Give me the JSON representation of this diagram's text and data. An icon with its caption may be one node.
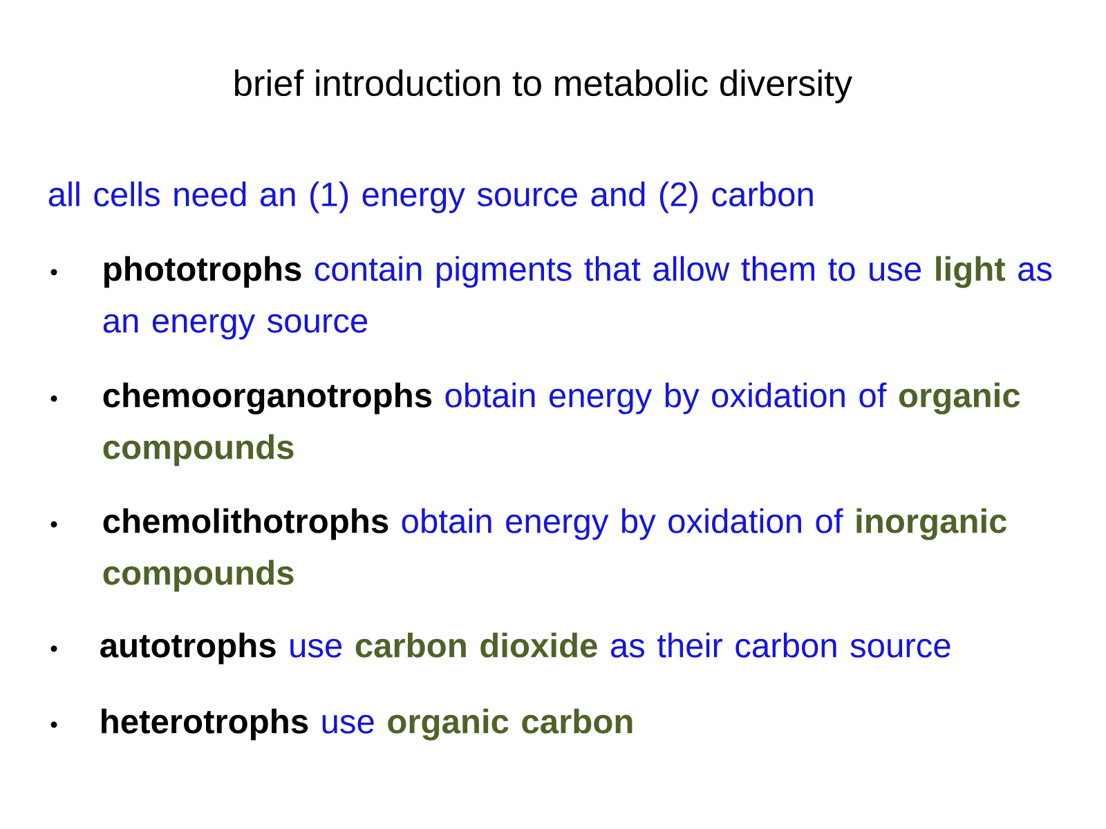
{
  "diagram": {
    "title": "brief introduction to metabolic diversity",
    "labels": [
      "all cells need an (1) energy source and (2) carbon",
      "phototrophs",
      "contain pigments that allow them to use",
      "light",
      "as an energy source",
      "chemoorganotrophs",
      "obtain energy by oxidation of",
      "organic compounds",
      "chemolithotrophs",
      "obtain energy by oxidation of",
      "inorganic compounds",
      "autotrophs",
      "use",
      "carbon dioxide",
      "as their carbon source",
      "heterotrophs",
      "use",
      "organic carbon"
    ]
  }
}
